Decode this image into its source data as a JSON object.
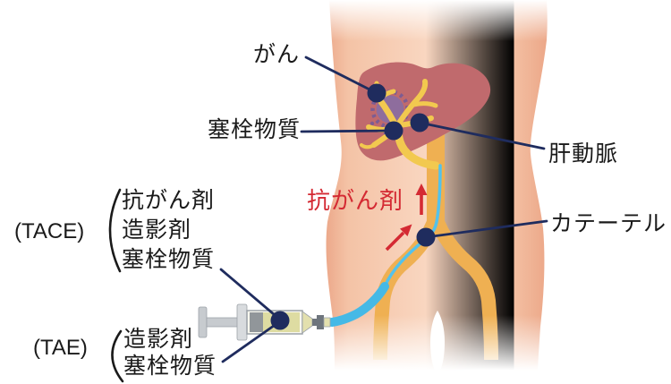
{
  "figure": {
    "type": "medical-illustration",
    "subject": "TACE/TAE hepatic artery embolization diagram",
    "labels": {
      "cancer": "がん",
      "embolic_material": "塞栓物質",
      "hepatic_artery": "肝動脈",
      "catheter": "カテーテル",
      "anticancer_agent_flow": "抗がん剤"
    },
    "tace": {
      "name": "(TACE)",
      "items": [
        "抗がん剤",
        "造影剤",
        "塞栓物質"
      ]
    },
    "tae": {
      "name": "(TAE)",
      "items": [
        "造影剤",
        "塞栓物質"
      ]
    }
  },
  "colors": {
    "text": "#1a1a1a",
    "navy": "#1f2c5e",
    "red": "#d42a33",
    "liver": "#c06a6d",
    "tumor_core": "#8e6d9d",
    "tumor_ring": "#7d5c92",
    "artery": "#f2c94f",
    "aorta": "#efb052",
    "catheter": "#53c2eb",
    "sheath": "#45b9e6",
    "skin": "#f8d2ba",
    "skin_edge": "#edab8d",
    "syringe_light": "#c7cbcf",
    "syringe_dark": "#6e757d",
    "liquid": "#dedca2"
  }
}
